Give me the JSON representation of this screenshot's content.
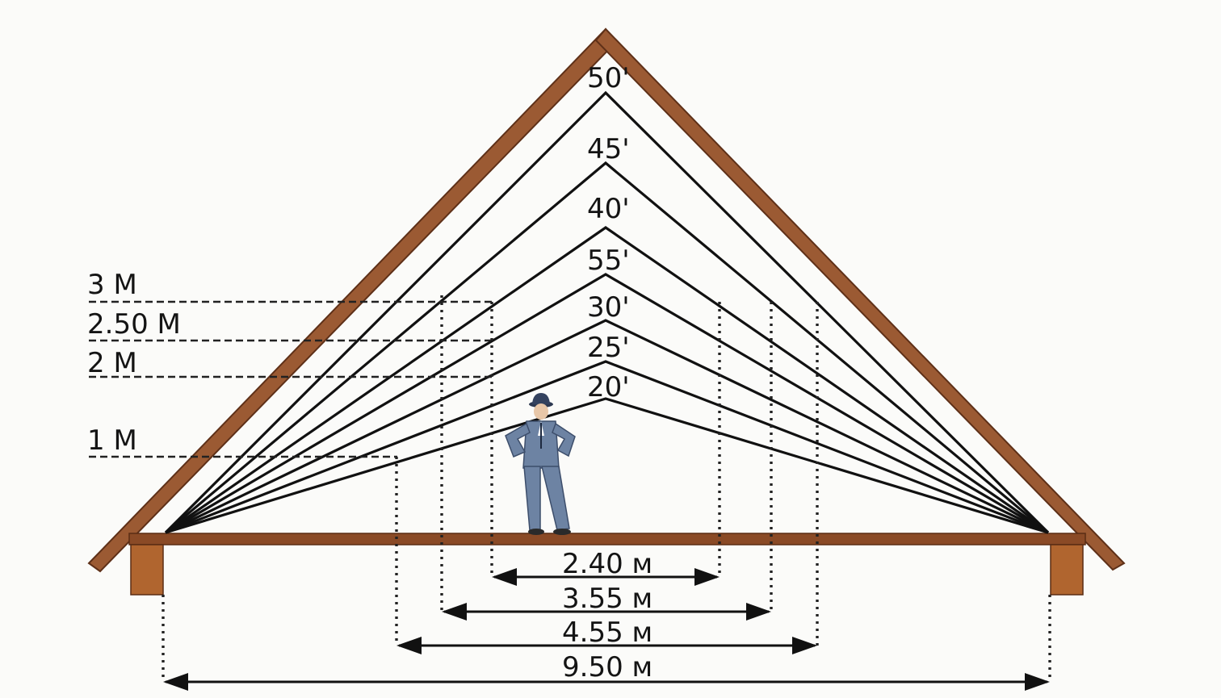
{
  "diagram": {
    "height_labels": [
      "3 M",
      "2.50 M",
      "2 M",
      "1 M"
    ],
    "angle_labels": [
      "50'",
      "45'",
      "40'",
      "55'",
      "30'",
      "25'",
      "20'"
    ],
    "width_labels": [
      "2.40 м",
      "3.55 м",
      "4.55 м",
      "9.50 м"
    ],
    "colors": {
      "rafter": "#9b5a33",
      "rafter_edge": "#5e3018",
      "floor": "#8a4a26",
      "post": "#b0652f",
      "lines": "#111111",
      "figure_suit": "#6d83a3"
    },
    "icons": [
      "person-figure",
      "attic-roof-outline"
    ]
  }
}
